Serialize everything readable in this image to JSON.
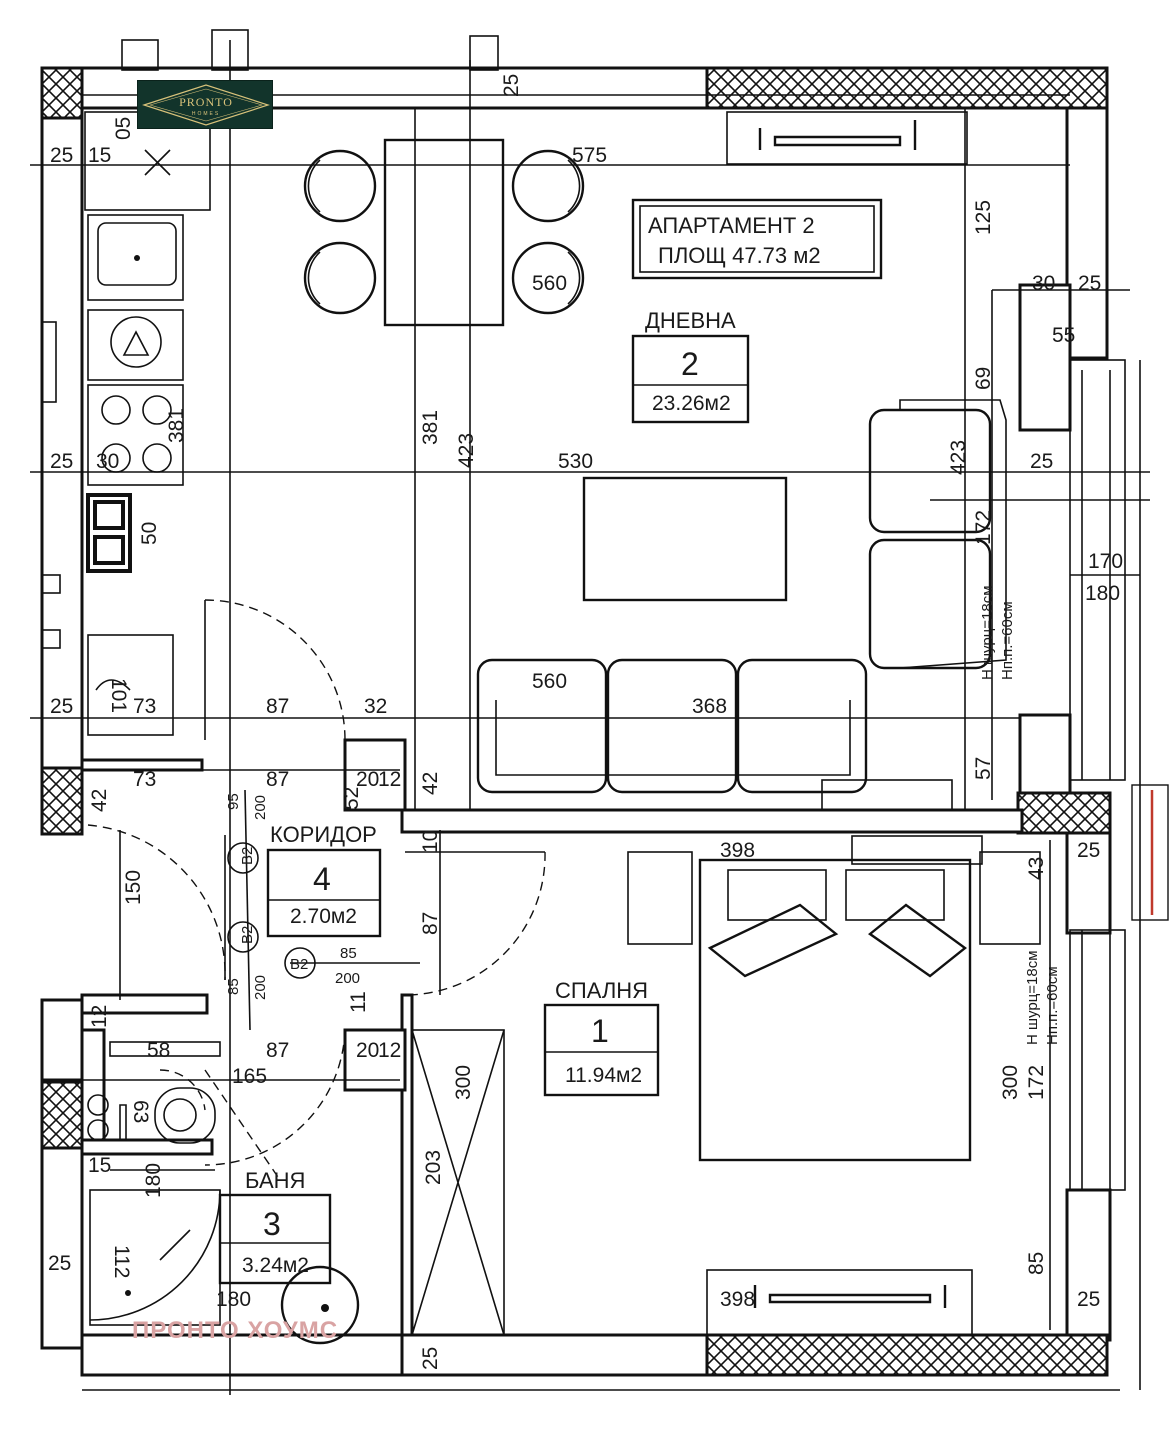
{
  "plan": {
    "title": "АПАРТАМЕНТ 2",
    "total_area": "ПЛОЩ 47.73 м2",
    "watermark": "ПРОНТО ХОУМС",
    "logo": {
      "name": "PRONTO",
      "sub": "HOMES"
    },
    "colors": {
      "wall": "#111111",
      "logo_bg": "#12342b",
      "logo_gold": "#d8c27a",
      "watermark": "#d9a3a3"
    },
    "rooms": [
      {
        "name": "ДНЕВНА",
        "number": "2",
        "area": "23.26м2"
      },
      {
        "name": "КОРИДОР",
        "number": "4",
        "area": "2.70м2"
      },
      {
        "name": "СПАЛНЯ",
        "number": "1",
        "area": "11.94м2"
      },
      {
        "name": "БАНЯ",
        "number": "3",
        "area": "3.24м2"
      }
    ],
    "door_tags": [
      "B2",
      "B2",
      "B2"
    ],
    "window_notes": [
      "Н шурц=18см",
      "Нп.п.=60см",
      "Н шурц=18см",
      "Нп.п.=60см"
    ],
    "dims": [
      "25",
      "15",
      "05",
      "575",
      "125",
      "560",
      "30",
      "25",
      "55",
      "69",
      "381",
      "423",
      "530",
      "423",
      "25",
      "25",
      "30",
      "381",
      "50",
      "172",
      "170",
      "180",
      "101",
      "560",
      "368",
      "25",
      "73",
      "87",
      "32",
      "73",
      "87",
      "20",
      "12",
      "42",
      "57",
      "42",
      "52",
      "95",
      "200",
      "10",
      "398",
      "25",
      "43",
      "150",
      "87",
      "85",
      "200",
      "85",
      "200",
      "11",
      "12",
      "58",
      "87",
      "20",
      "12",
      "165",
      "63",
      "300",
      "300",
      "172",
      "15",
      "180",
      "203",
      "112",
      "25",
      "180",
      "85",
      "398",
      "25",
      "25"
    ]
  }
}
